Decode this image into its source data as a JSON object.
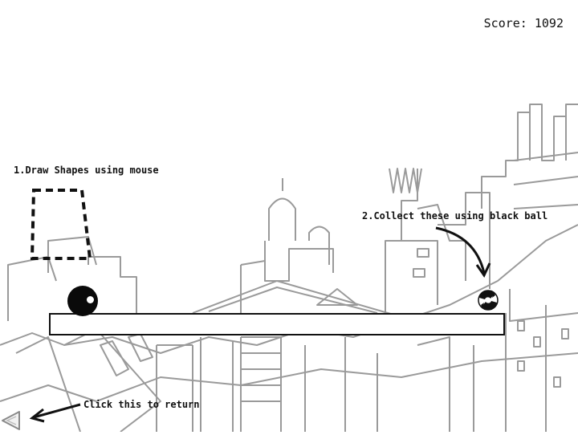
{
  "hud": {
    "score_label": "Score:",
    "score_value": "1092"
  },
  "instructions": {
    "draw_hint": "1.Draw Shapes using mouse",
    "collect_hint": "2.Collect these using black ball",
    "return_hint": "Click this to return"
  },
  "colors": {
    "ink": "#111111",
    "sketch": "#9a9a9a",
    "background": "#ffffff"
  },
  "icons": {
    "back": "left-triangle-arrow-icon",
    "collectible": "spinning-disc-icon"
  }
}
